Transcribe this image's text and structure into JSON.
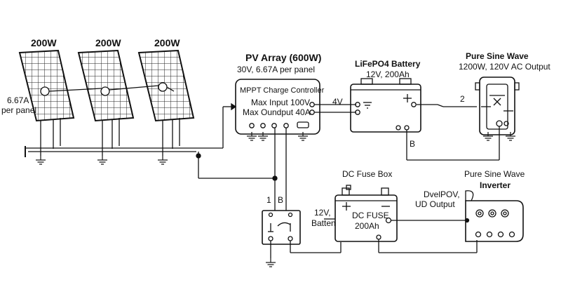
{
  "panels": {
    "panel_1_watt": "200W",
    "panel_2_watt": "200W",
    "panel_3_watt": "200W",
    "current_label": "6.67A",
    "current_sub": "per panel"
  },
  "pv_array": {
    "title": "PV Array (600W)",
    "subtitle": "30V, 6.67A per panel"
  },
  "charge_controller": {
    "name": "MPPT Charge Controller",
    "max_input": "Max Input 100V",
    "max_output": "Max Oundput 40A"
  },
  "battery": {
    "title": "LiFePO4 Battery",
    "spec": "12V, 200Ah",
    "link_label": "4V",
    "terminal_label": "B"
  },
  "inverter_top": {
    "title": "Pure Sine Wave",
    "spec": "1200W, 120V AC Output",
    "link_label": "2"
  },
  "fuse_box": {
    "title": "DC Fuse Box",
    "left_label_1": "12V,",
    "left_label_2": "Batten",
    "inner_1": "DC FUSE",
    "inner_2": "200Ah"
  },
  "breaker": {
    "label_1": "1",
    "label_b": "B"
  },
  "inverter_bottom": {
    "title_1": "Pure Sine Wave",
    "title_2": "Inverter",
    "out_1": "DvelPOV,",
    "out_2": "UD Output"
  }
}
